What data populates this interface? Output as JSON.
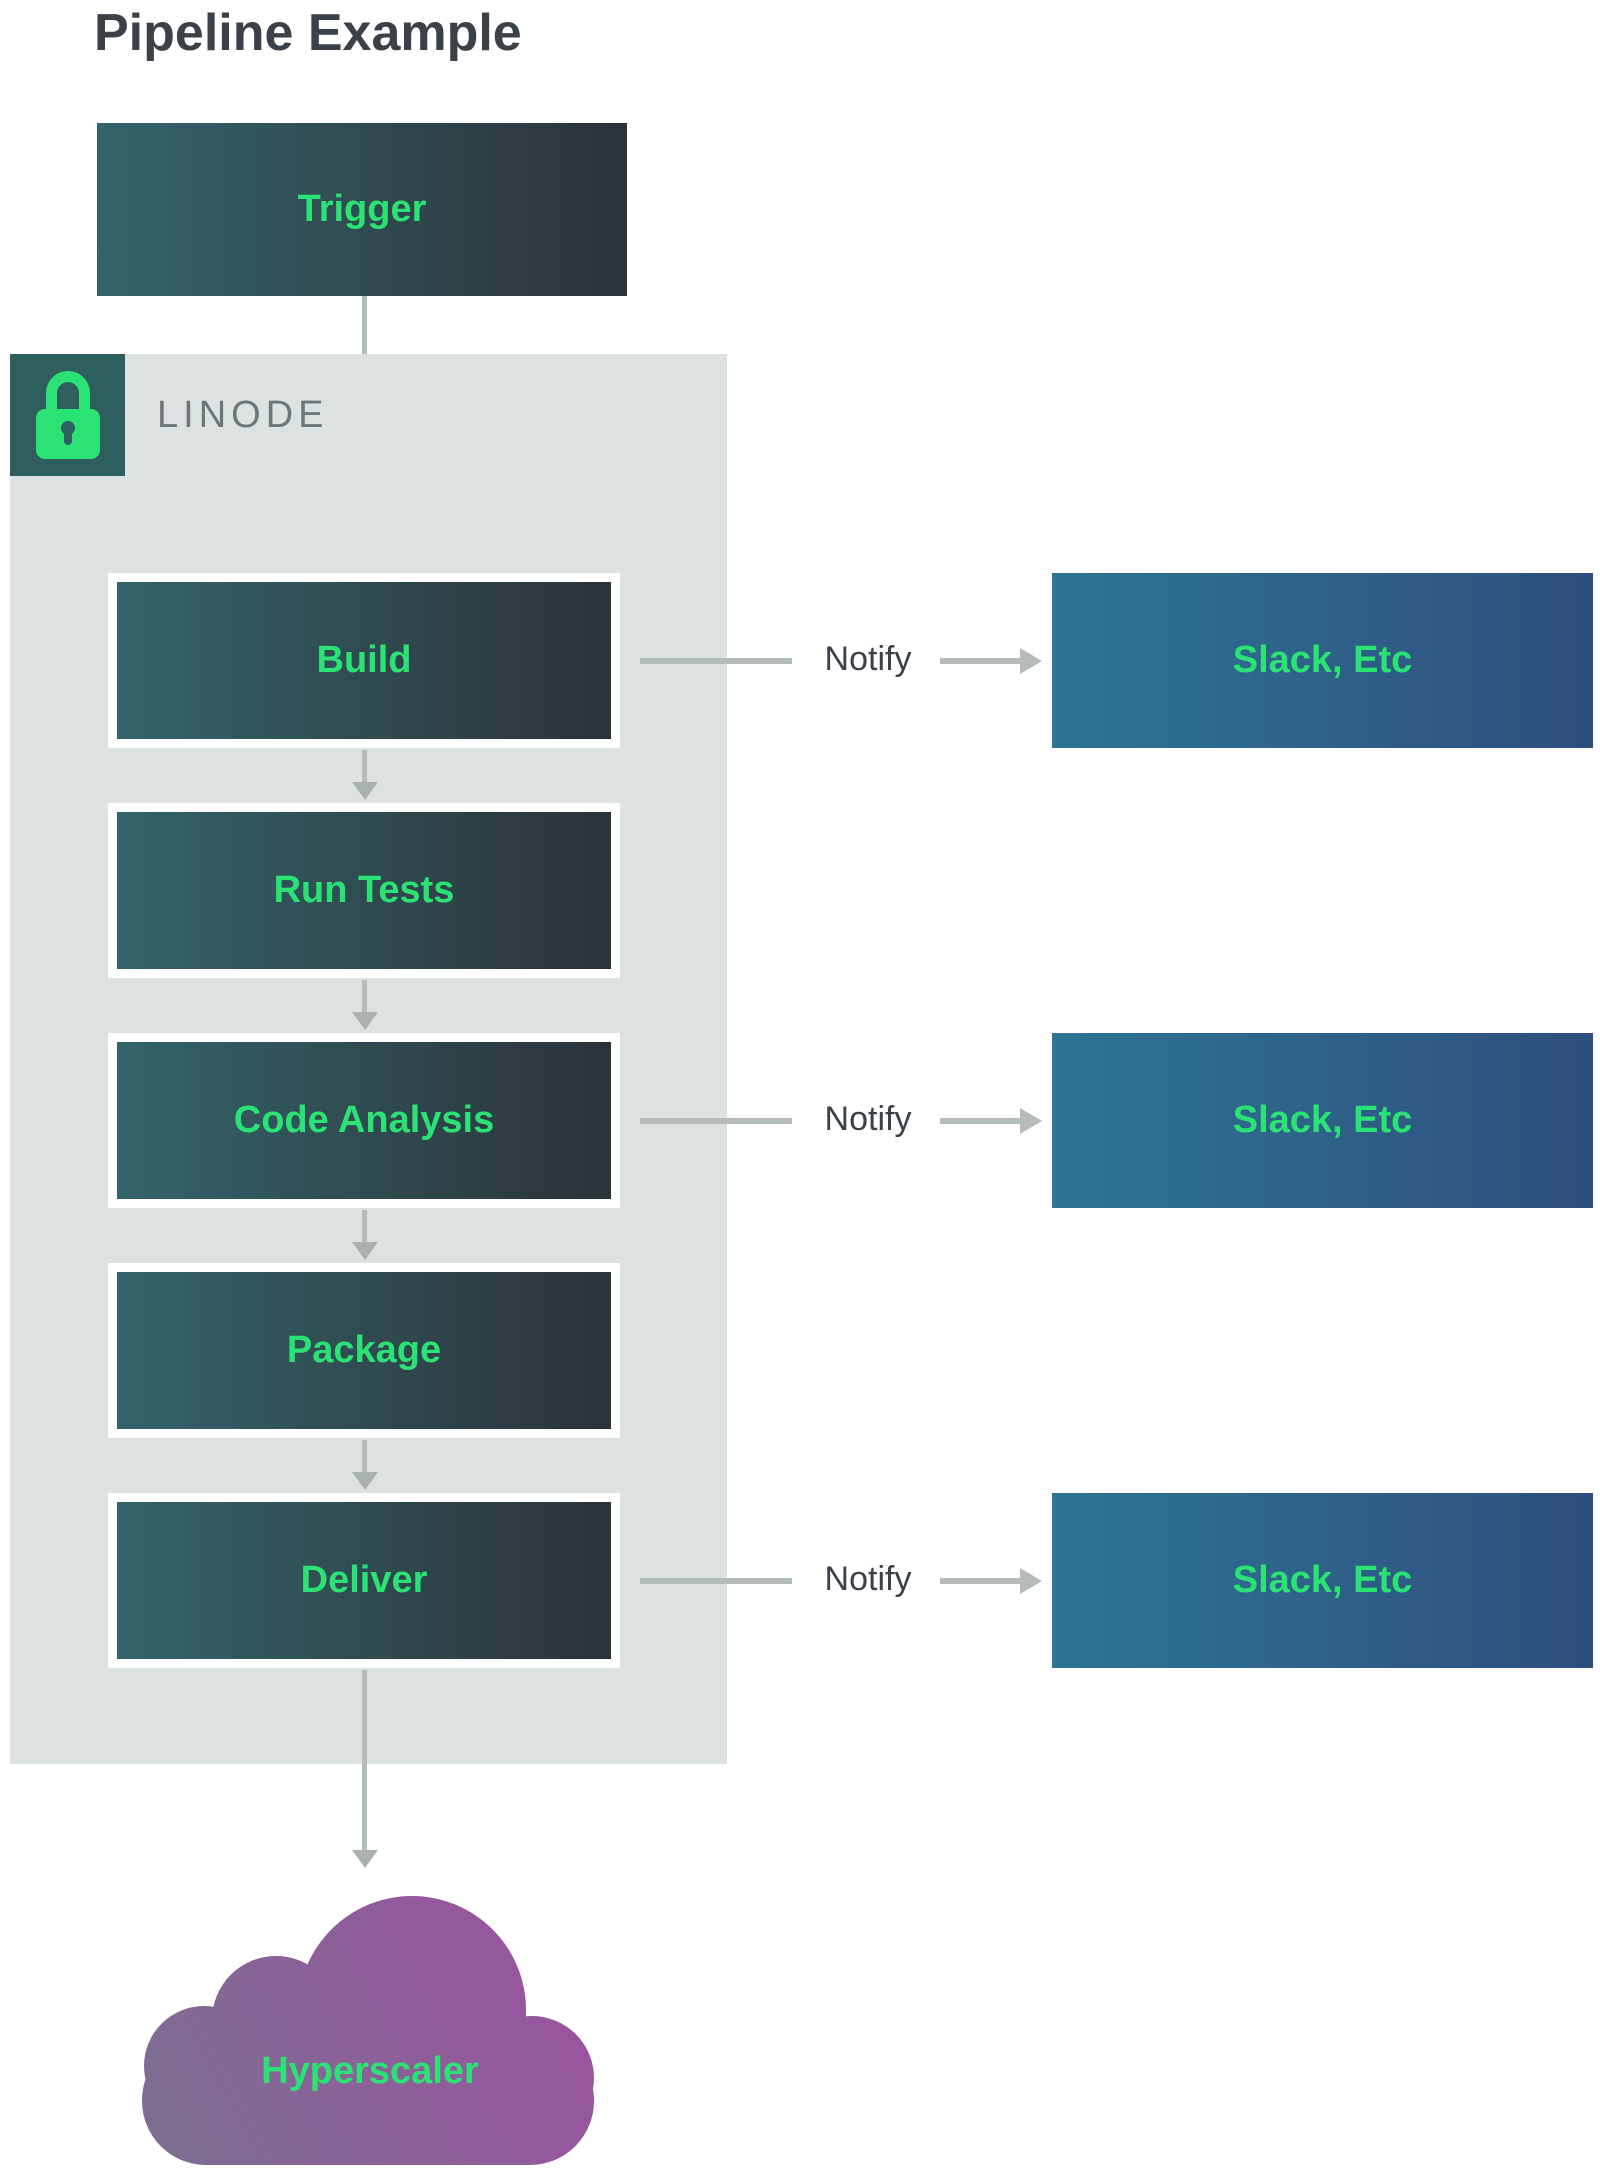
{
  "title": "Pipeline Example",
  "trigger": {
    "label": "Trigger"
  },
  "platform": {
    "label": "LINODE",
    "icon": "lock-icon"
  },
  "pipeline": {
    "stages": [
      {
        "label": "Build",
        "notifies": true
      },
      {
        "label": "Run Tests",
        "notifies": false
      },
      {
        "label": "Code Analysis",
        "notifies": true
      },
      {
        "label": "Package",
        "notifies": false
      },
      {
        "label": "Deliver",
        "notifies": true
      }
    ]
  },
  "notify": {
    "label": "Notify",
    "target_label": "Slack, Etc"
  },
  "cloud": {
    "label": "Hyperscaler"
  },
  "colors": {
    "heading_text": "#3a4148",
    "stage_gradient_start": "#33646a",
    "stage_gradient_end": "#2b3238",
    "notify_target_gradient_start": "#2d7593",
    "notify_target_gradient_end": "#2e4e7d",
    "label_green": "#2be374",
    "platform_panel": "#dbe2e1",
    "platform_text": "#6c7878",
    "lock_badge_background": "#2d5f5e",
    "arrow_gray": "#b4bbbb",
    "cloud_gradient_start": "#7b7090",
    "cloud_gradient_end": "#9d50a1"
  }
}
